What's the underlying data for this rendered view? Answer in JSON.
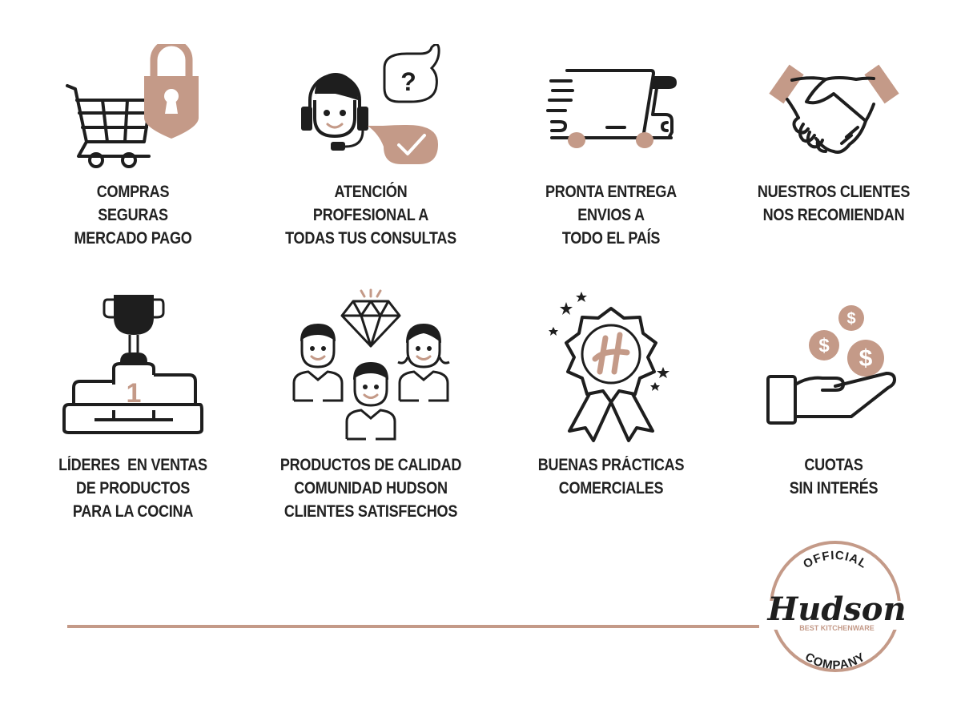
{
  "colors": {
    "accent": "#C49A88",
    "ink": "#1E1E1E",
    "text": "#222222",
    "background": "#FFFFFF"
  },
  "features": [
    {
      "icon": "shopping-cart-lock-icon",
      "lines": [
        "COMPRAS",
        "SEGURAS",
        "MERCADO PAGO"
      ],
      "text": "COMPRAS\nSEGURAS\nMERCADO PAGO"
    },
    {
      "icon": "support-agent-headset-icon",
      "lines": [
        "ATENCIÓN",
        "PROFESIONAL A",
        "TODAS TUS CONSULTAS"
      ],
      "text": "ATENCIÓN\nPROFESIONAL A\nTODAS TUS CONSULTAS"
    },
    {
      "icon": "delivery-truck-icon",
      "lines": [
        "PRONTA ENTREGA",
        "ENVIOS A",
        "TODO EL PAÍS"
      ],
      "text": "PRONTA ENTREGA\nENVIOS A\nTODO EL PAÍS"
    },
    {
      "icon": "handshake-icon",
      "lines": [
        "NUESTROS CLIENTES",
        "NOS RECOMIENDAN"
      ],
      "text": "NUESTROS CLIENTES\nNOS RECOMIENDAN"
    },
    {
      "icon": "trophy-podium-icon",
      "podium_number": "1",
      "lines": [
        "LÍDERES  EN VENTAS",
        "DE PRODUCTOS",
        "PARA LA COCINA"
      ],
      "text": "LÍDERES  EN VENTAS\nDE PRODUCTOS\nPARA LA COCINA"
    },
    {
      "icon": "community-diamond-icon",
      "lines": [
        "PRODUCTOS DE CALIDAD",
        "COMUNIDAD HUDSON",
        "CLIENTES SATISFECHOS"
      ],
      "text": "PRODUCTOS DE CALIDAD\nCOMUNIDAD HUDSON\nCLIENTES SATISFECHOS"
    },
    {
      "icon": "award-ribbon-icon",
      "badge_letter": "H",
      "lines": [
        "BUENAS PRÁCTICAS",
        "COMERCIALES"
      ],
      "text": "BUENAS PRÁCTICAS\nCOMERCIALES"
    },
    {
      "icon": "hand-coins-icon",
      "coin_symbol": "$",
      "lines": [
        "CUOTAS",
        "SIN INTERÉS"
      ],
      "text": "CUOTAS\nSIN INTERÉS"
    }
  ],
  "logo": {
    "top_text": "OFFICIAL",
    "brand": "Hudson",
    "tagline": "BEST KITCHENWARE",
    "bottom_text": "COMPANY"
  }
}
